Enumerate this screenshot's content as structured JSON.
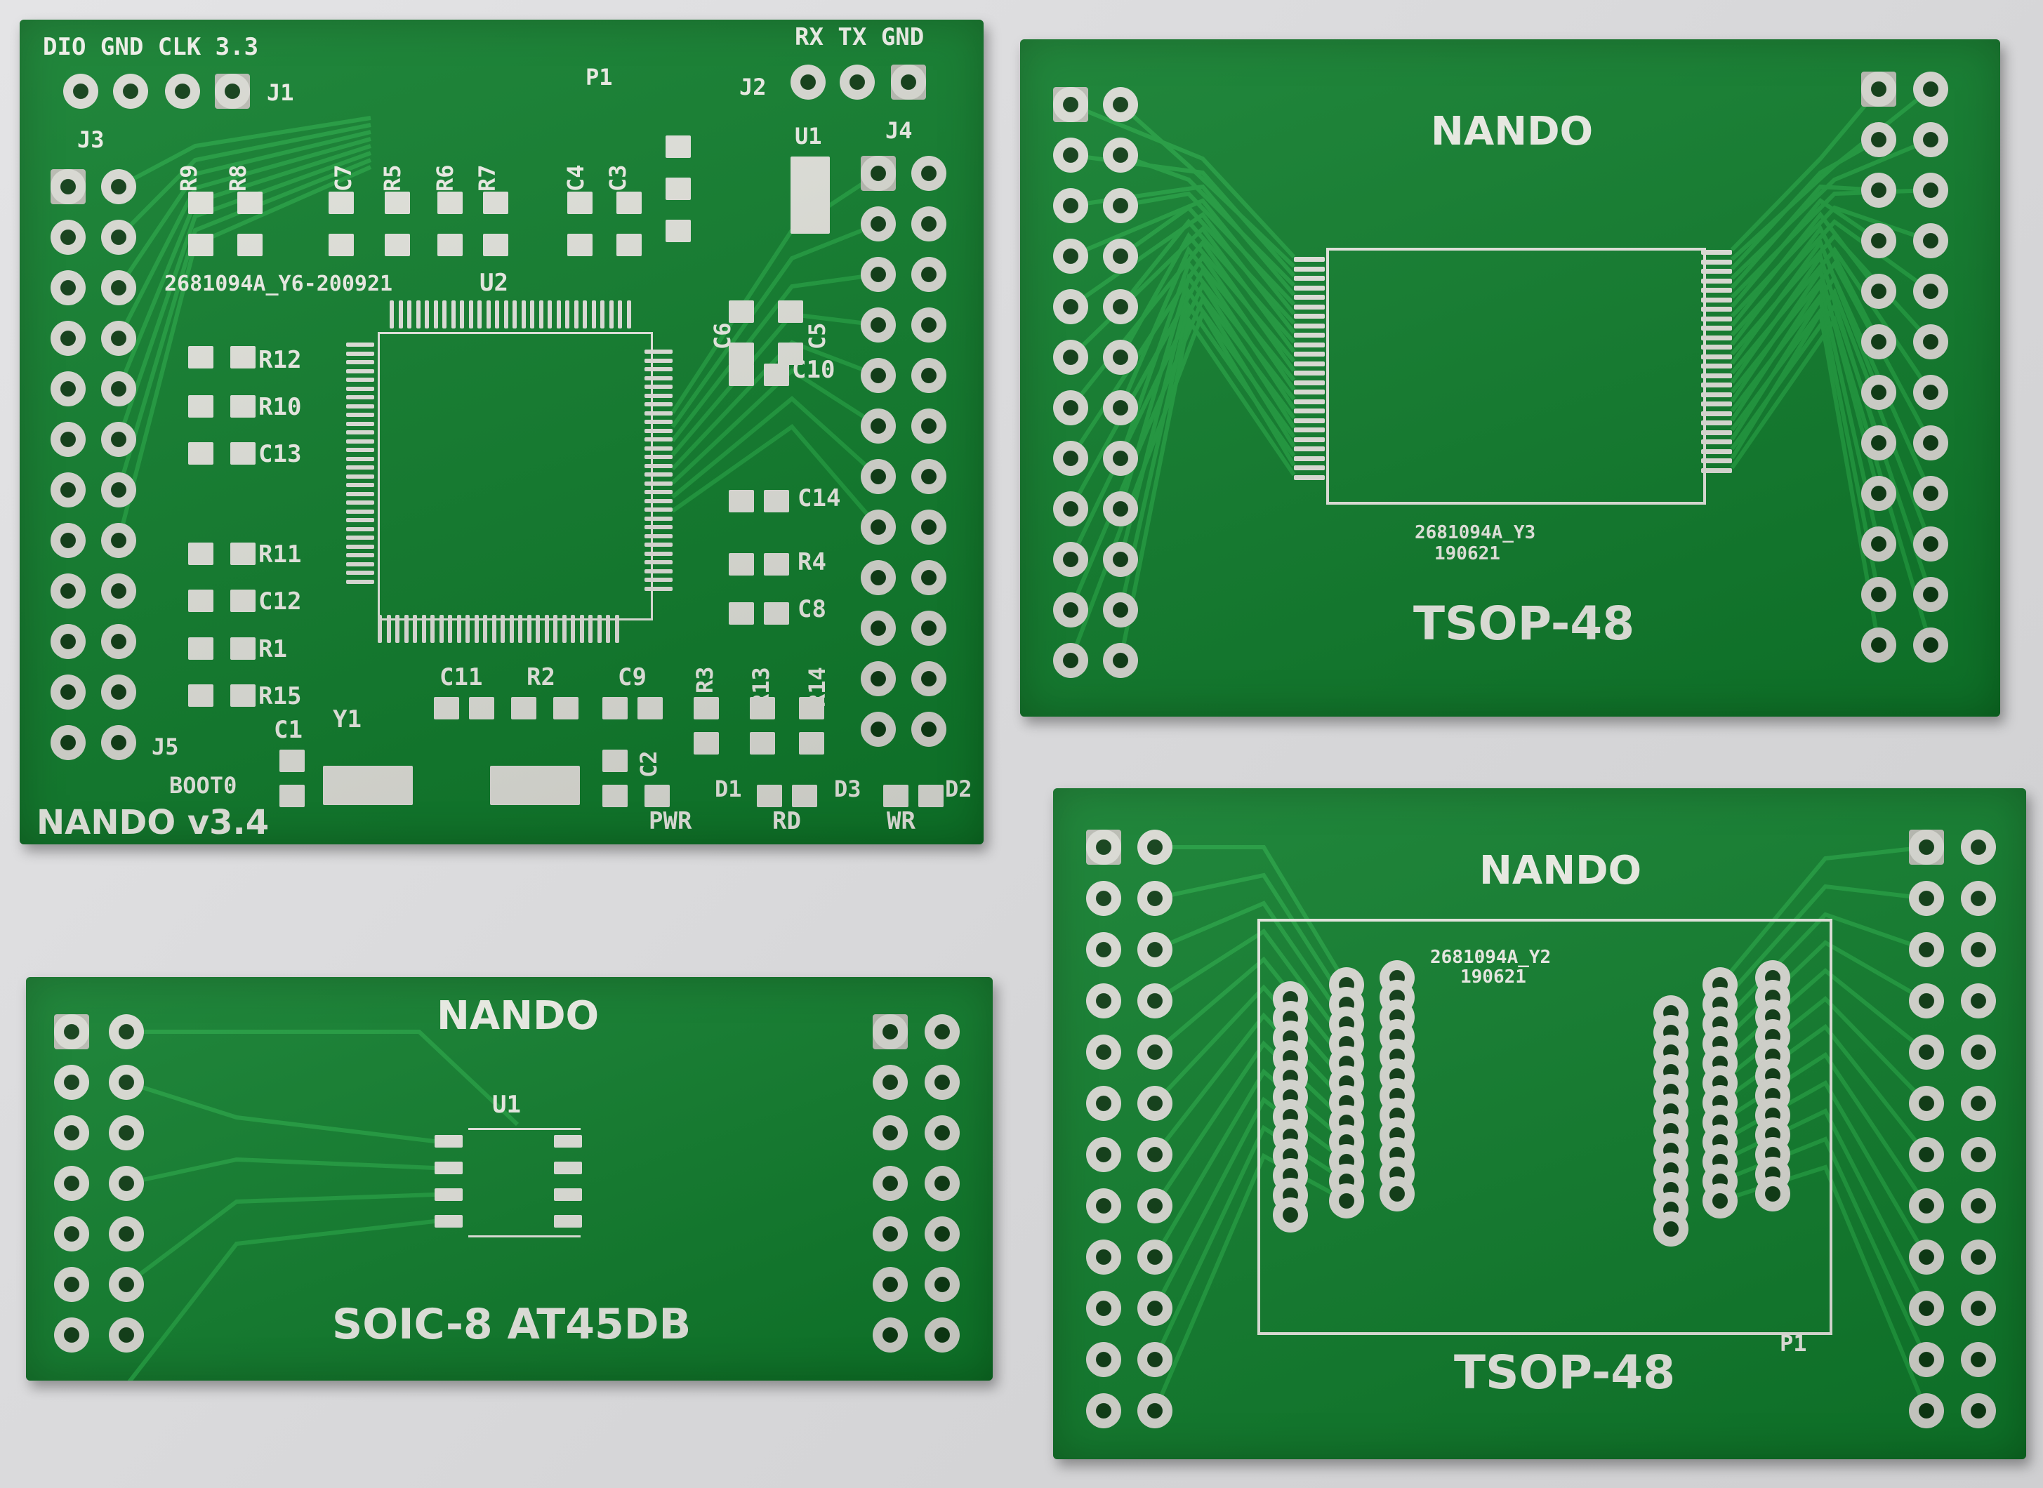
{
  "main_board": {
    "header_labels": "DIO GND CLK 3.3",
    "uart_labels": "RX TX GND",
    "refs": {
      "j1": "J1",
      "j2": "J2",
      "j3": "J3",
      "j4": "J4",
      "j5": "J5",
      "p1": "P1",
      "u1": "U1",
      "u2": "U2",
      "r9": "R9",
      "r8": "R8",
      "c7": "C7",
      "r5": "R5",
      "r6": "R6",
      "r7": "R7",
      "c4": "C4",
      "c3": "C3",
      "c6": "C6",
      "c5": "C5",
      "c10": "C10",
      "r12": "R12",
      "r10": "R10",
      "c13": "C13",
      "r11": "R11",
      "c12": "C12",
      "r1": "R1",
      "r15": "R15",
      "c14": "C14",
      "r4": "R4",
      "c8": "C8",
      "r3": "R3",
      "r13": "R13",
      "r14": "R14",
      "c11": "C11",
      "r2": "R2",
      "c9": "C9",
      "c1": "C1",
      "y1": "Y1",
      "c2": "C2",
      "d1": "D1",
      "d3": "D3",
      "d2": "D2"
    },
    "part_number": "2681094A_Y6-200921",
    "boot_label": "BOOT0",
    "led_labels": {
      "pwr": "PWR",
      "rd": "RD",
      "wr": "WR"
    },
    "title": "NANDO v3.4"
  },
  "tsop_board_top": {
    "title": "NANDO",
    "part_number": "2681094A_Y3",
    "date": "190621",
    "package": "TSOP-48"
  },
  "soic_board": {
    "title": "NANDO",
    "ref": "U1",
    "package": "SOIC-8 AT45DB"
  },
  "tsop_board_bottom": {
    "title": "NANDO",
    "part_number": "2681094A_Y2",
    "date": "190621",
    "package": "TSOP-48",
    "ref": "P1"
  },
  "colors": {
    "board": "#0f7d2c",
    "silkscreen": "#eceee6",
    "pad": "#e2e3dc"
  }
}
